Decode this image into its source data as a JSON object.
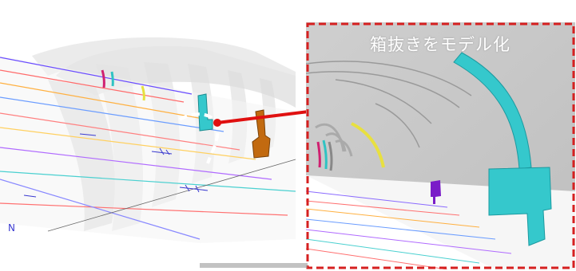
{
  "caption": "箱抜きをモデル化",
  "colors": {
    "frame_dash": "#d62020",
    "connector": "#e01010",
    "box_cutout_cyan": "#35c8cc",
    "box_cutout_orange": "#c26a10",
    "box_cutout_purple": "#7a1cc8",
    "segment_yellow": "#e8e040"
  },
  "icons": {
    "zoom_frame": "dashed-rectangle",
    "connector": "line-with-dot"
  }
}
